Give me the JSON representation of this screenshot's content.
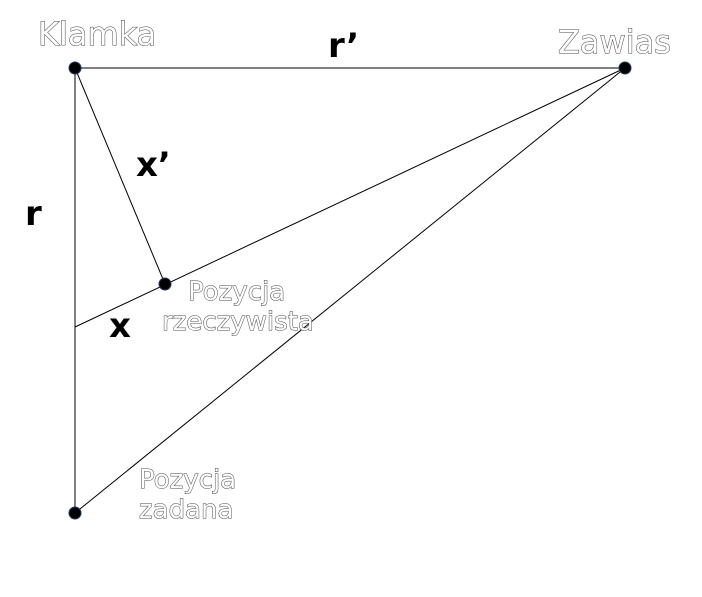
{
  "points": {
    "klamka": "Klamka",
    "zawias": "Zawias",
    "pozycja_rzeczywista": [
      "Pozycja",
      "rzeczywista"
    ],
    "pozycja_zadana": [
      "Pozycja",
      "zadana"
    ]
  },
  "segments": {
    "r_prime": "r’",
    "r": "r",
    "x_prime": "x’",
    "x": "x"
  }
}
